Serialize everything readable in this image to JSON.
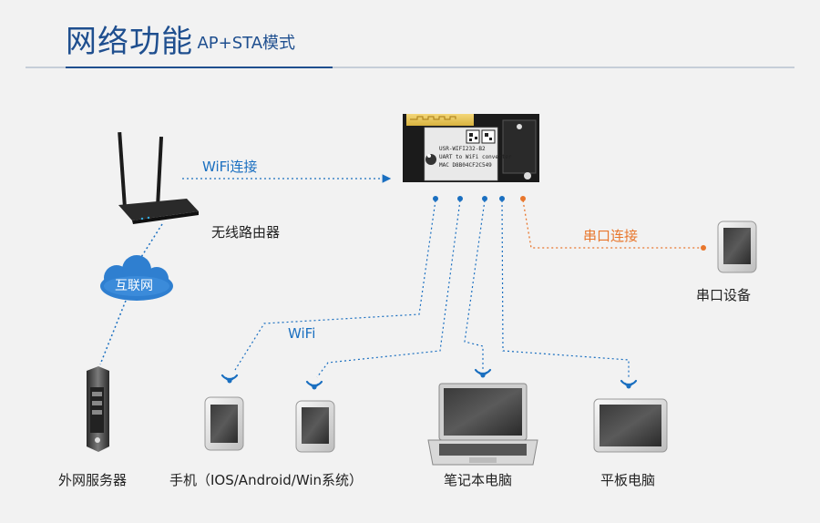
{
  "title": {
    "main": "网络功能",
    "sub": "· AP+STA模式"
  },
  "module": {
    "model": "USR-WIFI232-B2",
    "line2": "UART to WiFi converter",
    "line3": "MAC D8B04CF2C549"
  },
  "labels": {
    "wifi_link": "WiFi连接",
    "router": "无线路由器",
    "internet": "互联网",
    "server": "外网服务器",
    "wifi": "WiFi",
    "serial_link": "串口连接",
    "serial_device": "串口设备",
    "phone": "手机（IOS/Android/Win系统）",
    "laptop": "笔记本电脑",
    "tablet": "平板电脑"
  },
  "colors": {
    "title": "#1f4f8f",
    "wifi_line": "#1a6fc0",
    "serial_line": "#e8762c",
    "cloud": "#2f7fd0",
    "background": "#f2f2f2"
  }
}
